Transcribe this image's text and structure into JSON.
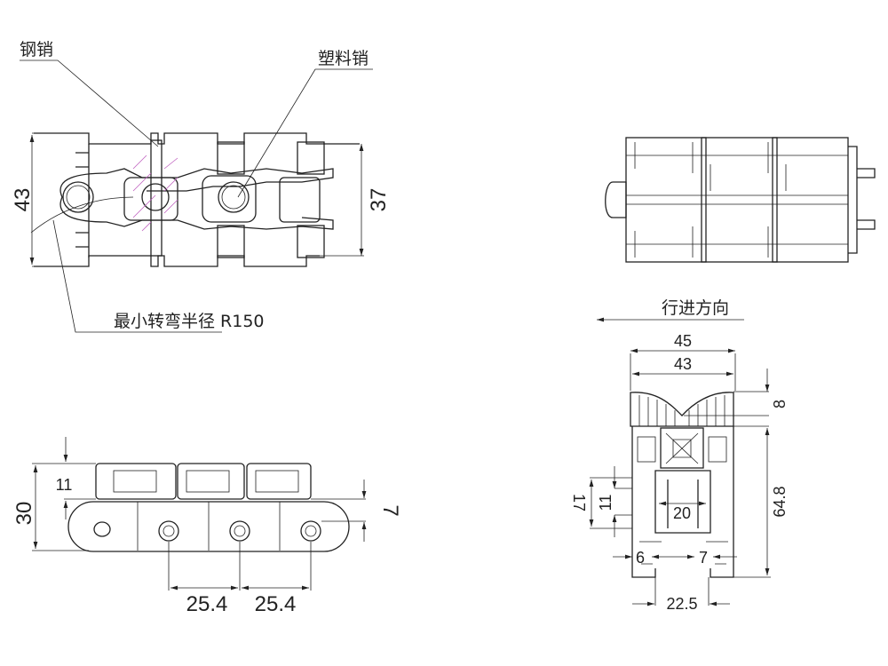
{
  "labels": {
    "steel_pin": "钢销",
    "plastic_pin": "塑料销",
    "min_turn_radius": "最小转弯半径 R150",
    "travel_direction": "行进方向"
  },
  "top_view_dims": {
    "width_outer": "43",
    "width_inner": "37"
  },
  "side_view_dims": {
    "height_total": "30",
    "top_height": "11",
    "pin_offset": "7",
    "pitch_1": "25.4",
    "pitch_2": "25.4"
  },
  "section_dims": {
    "width_45": "45",
    "width_43": "43",
    "top_8": "8",
    "height_64_8": "64.8",
    "dim_17": "17",
    "dim_11": "11",
    "dim_20": "20",
    "dim_6": "6",
    "dim_7": "7",
    "dim_22_5": "22.5"
  }
}
